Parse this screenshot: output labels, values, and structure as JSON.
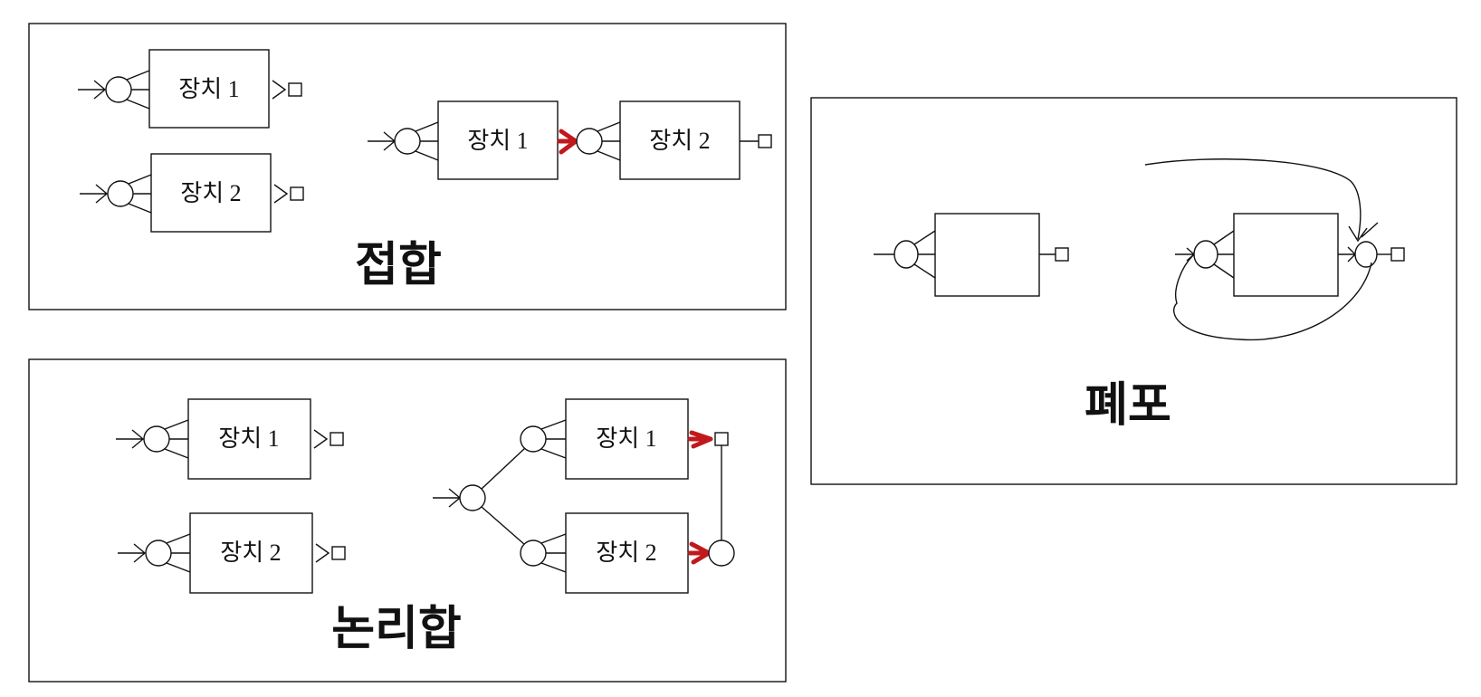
{
  "panels": {
    "conjunction": {
      "title": "접합",
      "left_device_1": "장치 1",
      "left_device_2": "장치 2",
      "chain_device_1": "장치 1",
      "chain_device_2": "장치 2"
    },
    "disjunction": {
      "title": "논리합",
      "left_device_1": "장치 1",
      "left_device_2": "장치 2",
      "branch_device_1": "장치 1",
      "branch_device_2": "장치 2"
    },
    "closure": {
      "title": "폐포"
    }
  },
  "colors": {
    "line": "#111111",
    "highlight_arrow": "#c0191c"
  },
  "icons": [
    "input-arrow-icon",
    "input-node-icon",
    "output-node-icon",
    "highlight-arrow-icon",
    "loop-arrow-icon"
  ]
}
